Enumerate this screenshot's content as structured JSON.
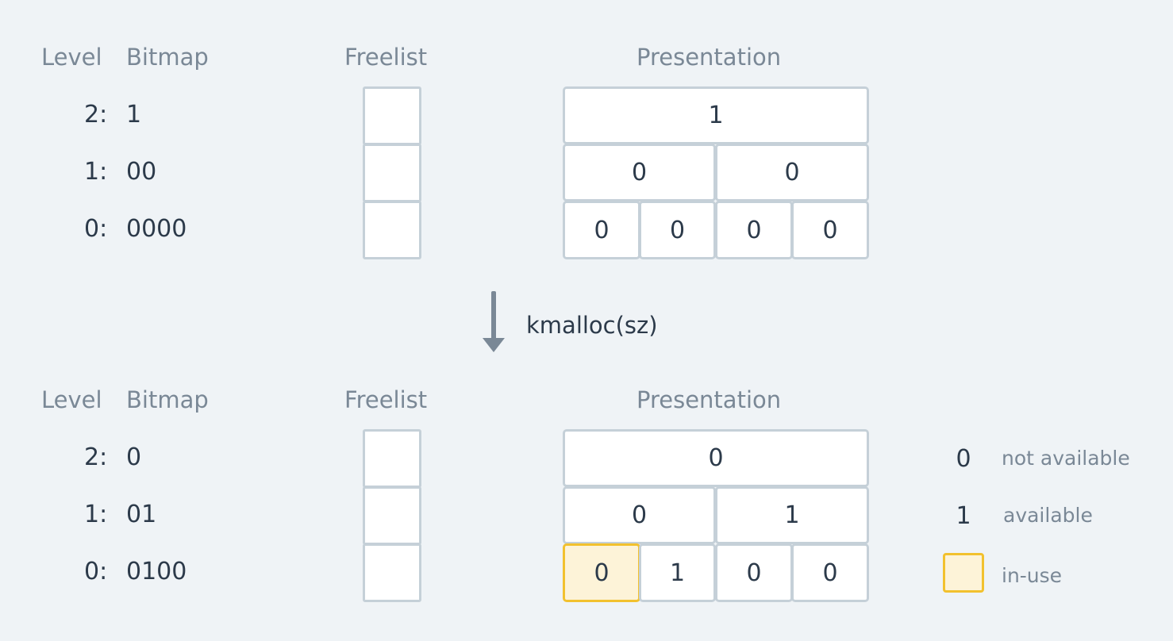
{
  "headers": {
    "level": "Level",
    "bitmap": "Bitmap",
    "freelist": "Freelist",
    "presentation": "Presentation"
  },
  "states": [
    {
      "rows": [
        {
          "level": "2:",
          "bitmap": "1"
        },
        {
          "level": "1:",
          "bitmap": "00"
        },
        {
          "level": "0:",
          "bitmap": "0000"
        }
      ],
      "presentation": [
        [
          "1"
        ],
        [
          "0",
          "0"
        ],
        [
          "0",
          "0",
          "0",
          "0"
        ]
      ],
      "in_use": []
    },
    {
      "rows": [
        {
          "level": "2:",
          "bitmap": "0"
        },
        {
          "level": "1:",
          "bitmap": "01"
        },
        {
          "level": "0:",
          "bitmap": "0100"
        }
      ],
      "presentation": [
        [
          "0"
        ],
        [
          "0",
          "1"
        ],
        [
          "0",
          "1",
          "0",
          "0"
        ]
      ],
      "in_use": [
        [
          2,
          0
        ]
      ]
    }
  ],
  "operation": "kmalloc(sz)",
  "legend": [
    {
      "value": "0",
      "label": "not available"
    },
    {
      "value": "1",
      "label": "available"
    },
    {
      "value": "",
      "label": "in-use",
      "swatch": true
    }
  ],
  "colors": {
    "border": "#c5d0d8",
    "in_use_fill": "#fdf3d8",
    "in_use_border": "#f2c12e",
    "arrow": "#7a8896"
  }
}
